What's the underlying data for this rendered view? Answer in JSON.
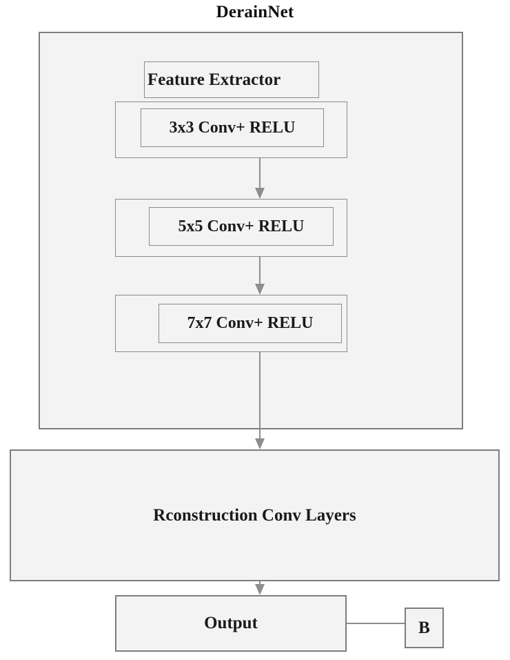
{
  "diagram": {
    "title": "DerainNet",
    "type": "neural-network-architecture-flowchart",
    "palette": {
      "background": "#ffffff",
      "box_fill": "#f3f3f3",
      "box_border": "#7d7d7d",
      "inner_border": "#8a8a8a",
      "connector": "#8d8d8d",
      "text": "#1a1a1a"
    },
    "feature_extractor": {
      "label": "Feature Extractor",
      "layers": [
        {
          "label": "3x3 Conv+ RELU"
        },
        {
          "label": "5x5 Conv+ RELU"
        },
        {
          "label": "7x7 Conv+ RELU"
        }
      ]
    },
    "reconstruction": {
      "label": "Rconstruction Conv Layers"
    },
    "output": {
      "label": "Output"
    },
    "residual": {
      "label": "B"
    }
  }
}
